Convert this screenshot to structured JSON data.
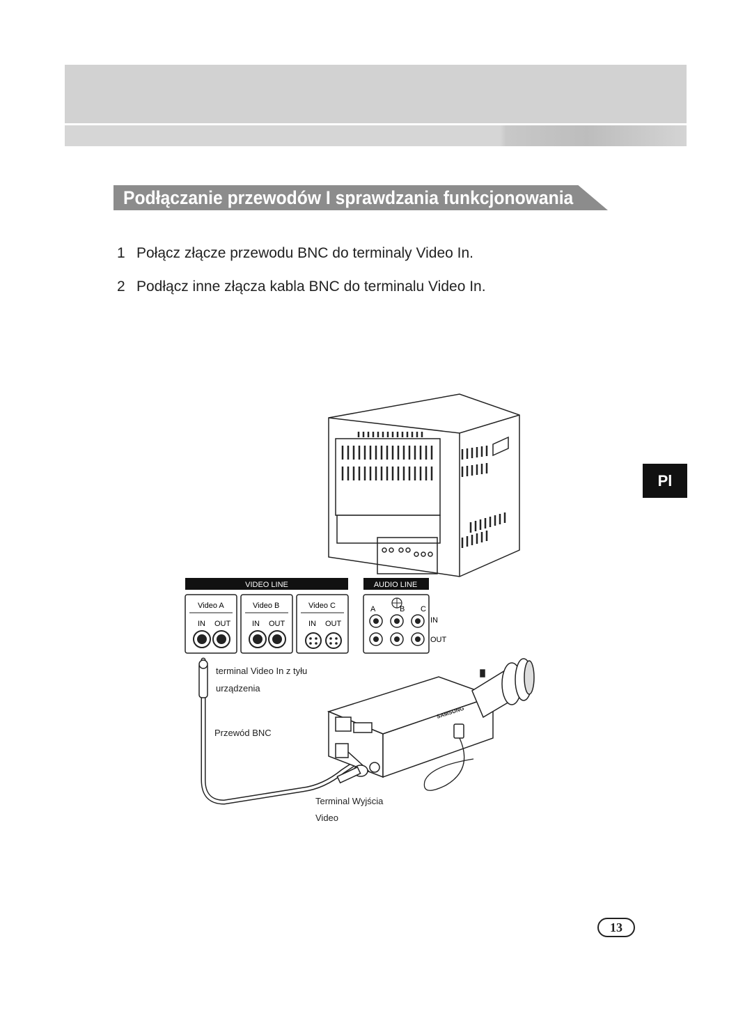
{
  "header": {
    "band_color": "#d2d2d2"
  },
  "section": {
    "title": "Podłączanie przewodów I sprawdzania funkcjonowania"
  },
  "steps": [
    {
      "num": "1",
      "text": "Połącz złącze przewodu BNC do terminaly Video In."
    },
    {
      "num": "2",
      "text": "Podłącz inne złącza kabla BNC do terminalu Video In."
    }
  ],
  "language_tab": {
    "label": "Pl"
  },
  "diagram": {
    "video_line_label": "VIDEO LINE",
    "audio_line_label": "AUDIO LINE",
    "channels": [
      {
        "name": "Video A",
        "in_label": "IN",
        "out_label": "OUT"
      },
      {
        "name": "Video B",
        "in_label": "IN",
        "out_label": "OUT"
      },
      {
        "name": "Video C",
        "in_label": "IN",
        "out_label": "OUT"
      }
    ],
    "audio_channels": [
      "A",
      "B",
      "C"
    ],
    "audio_in_label": "IN",
    "audio_out_label": "OUT",
    "callout_video_in_line1": "terminal Video In z tyłu",
    "callout_video_in_line2": "urządzenia",
    "callout_bnc": "Przewód BNC",
    "callout_video_out_line1": "Terminal Wyjścia",
    "callout_video_out_line2": "Video",
    "camera_brand": "SAMSUNG"
  },
  "page_number": "13"
}
